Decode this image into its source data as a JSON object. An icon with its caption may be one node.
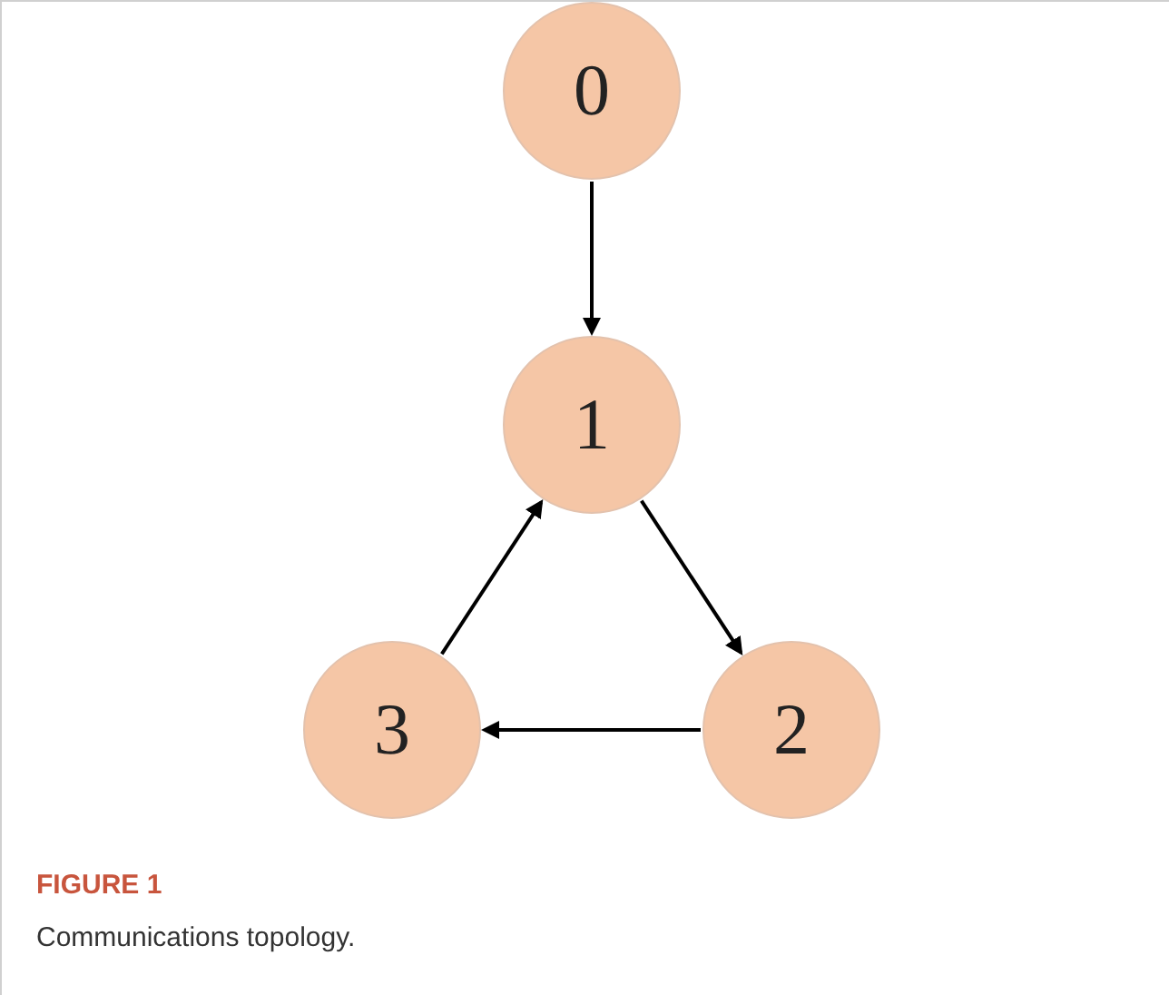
{
  "diagram": {
    "caption": "Communications topology.",
    "nodes": [
      {
        "text": [
          "0"
        ]
      },
      {
        "text": [
          "1"
        ]
      },
      {
        "text": [
          "2"
        ]
      },
      {
        "text": [
          "3"
        ]
      }
    ],
    "edges": [
      {
        "from": 0,
        "to": 1,
        "arrow": "to"
      },
      {
        "from": 1,
        "to": 2,
        "arrow": "to"
      },
      {
        "from": 2,
        "to": 3,
        "arrow": "to"
      },
      {
        "from": 3,
        "to": 1,
        "arrow": "to"
      }
    ],
    "labels": [
      "FIGURE 1"
    ]
  }
}
